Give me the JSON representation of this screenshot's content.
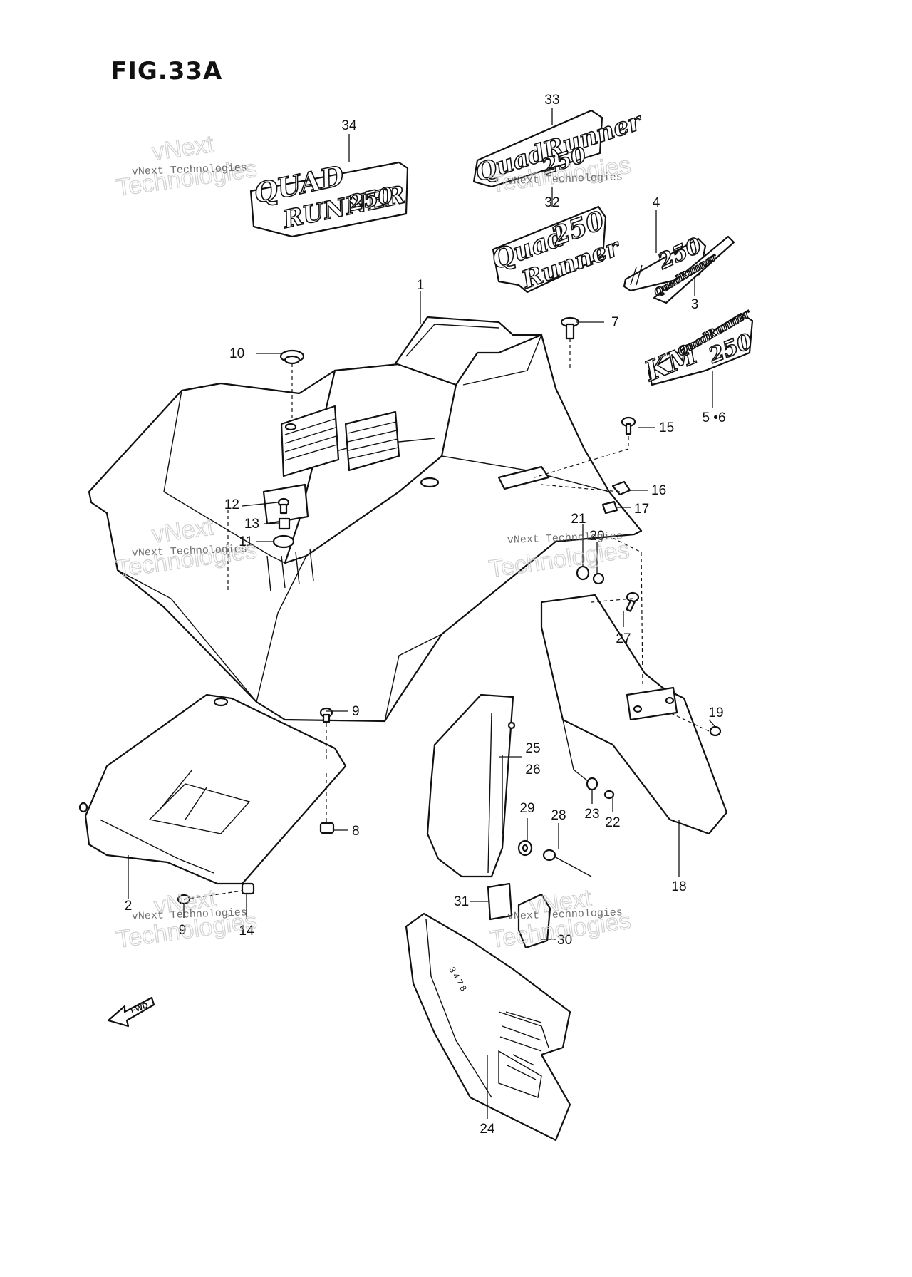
{
  "figure": {
    "title": "FIG.33A"
  },
  "watermark": {
    "line1": "vNext Technologies",
    "line2": "Technologies",
    "line3": "vNext"
  },
  "logos": {
    "logo34": {
      "line1": "QUAD",
      "line2": "RUNNER",
      "line3": "250"
    },
    "logo33": {
      "line1": "QuadRunner",
      "line2": "250"
    },
    "logo32": {
      "line1": "Quad",
      "line2": "250",
      "line3": "Runner"
    },
    "logo4": {
      "text": "250"
    },
    "logo3": {
      "text": "QuadRunner"
    },
    "logo56": {
      "line1": "QuadRunner",
      "line2": "250"
    }
  },
  "fwd_arrow": {
    "text": "FWD"
  },
  "callouts": {
    "c1": "1",
    "c2": "2",
    "c3": "3",
    "c4": "4",
    "c56": "5 •6",
    "c7": "7",
    "c8": "8",
    "c9a": "9",
    "c9b": "9",
    "c10": "10",
    "c11": "11",
    "c12": "12",
    "c13": "13",
    "c14": "14",
    "c15": "15",
    "c16": "16",
    "c17": "17",
    "c18": "18",
    "c19": "19",
    "c20": "20",
    "c21": "21",
    "c22": "22",
    "c23": "23",
    "c24": "24",
    "c25": "25",
    "c26": "26",
    "c27": "27",
    "c28": "28",
    "c29": "29",
    "c30": "30",
    "c31": "31",
    "c32": "32",
    "c33": "33",
    "c34": "34"
  }
}
